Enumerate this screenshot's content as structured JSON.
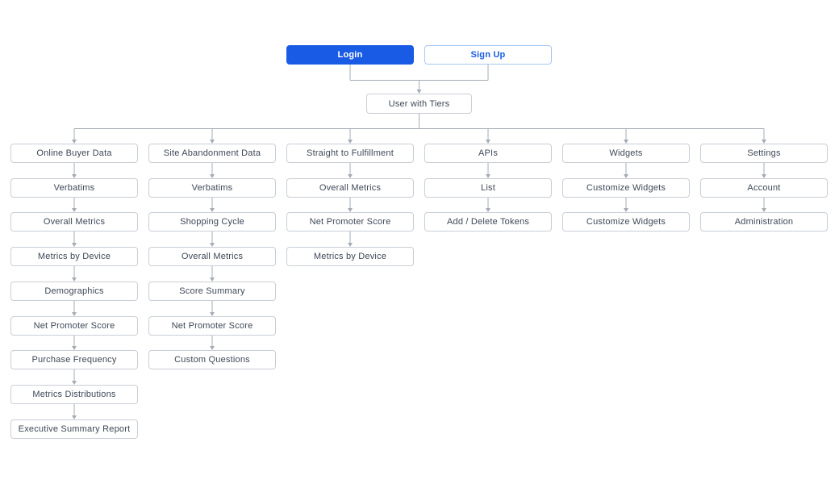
{
  "diagram": {
    "colors": {
      "background": "#FFFFFF",
      "primary": "#1A5BE5",
      "primary_light_border": "#A8C6F5",
      "box_border": "#C9CED6",
      "box_text": "#3E4857",
      "connector": "#A6ACB5"
    },
    "root_buttons": [
      {
        "label": "Login",
        "style": "primary"
      },
      {
        "label": "Sign Up",
        "style": "outline"
      }
    ],
    "hub": {
      "label": "User with Tiers"
    },
    "columns": [
      {
        "items": [
          "Online Buyer Data",
          "Verbatims",
          "Overall Metrics",
          "Metrics by Device",
          "Demographics",
          "Net Promoter Score",
          "Purchase Frequency",
          "Metrics Distributions",
          "Executive Summary Report"
        ]
      },
      {
        "items": [
          "Site Abandonment Data",
          "Verbatims",
          "Shopping Cycle",
          "Overall Metrics",
          "Score Summary",
          "Net Promoter Score",
          "Custom Questions"
        ]
      },
      {
        "items": [
          "Straight to Fulfillment",
          "Overall Metrics",
          "Net Promoter Score",
          "Metrics by Device"
        ]
      },
      {
        "items": [
          "APIs",
          "List",
          "Add / Delete Tokens"
        ]
      },
      {
        "items": [
          "Widgets",
          "Customize Widgets",
          "Customize Widgets"
        ]
      },
      {
        "items": [
          "Settings",
          "Account",
          "Administration"
        ]
      }
    ]
  }
}
